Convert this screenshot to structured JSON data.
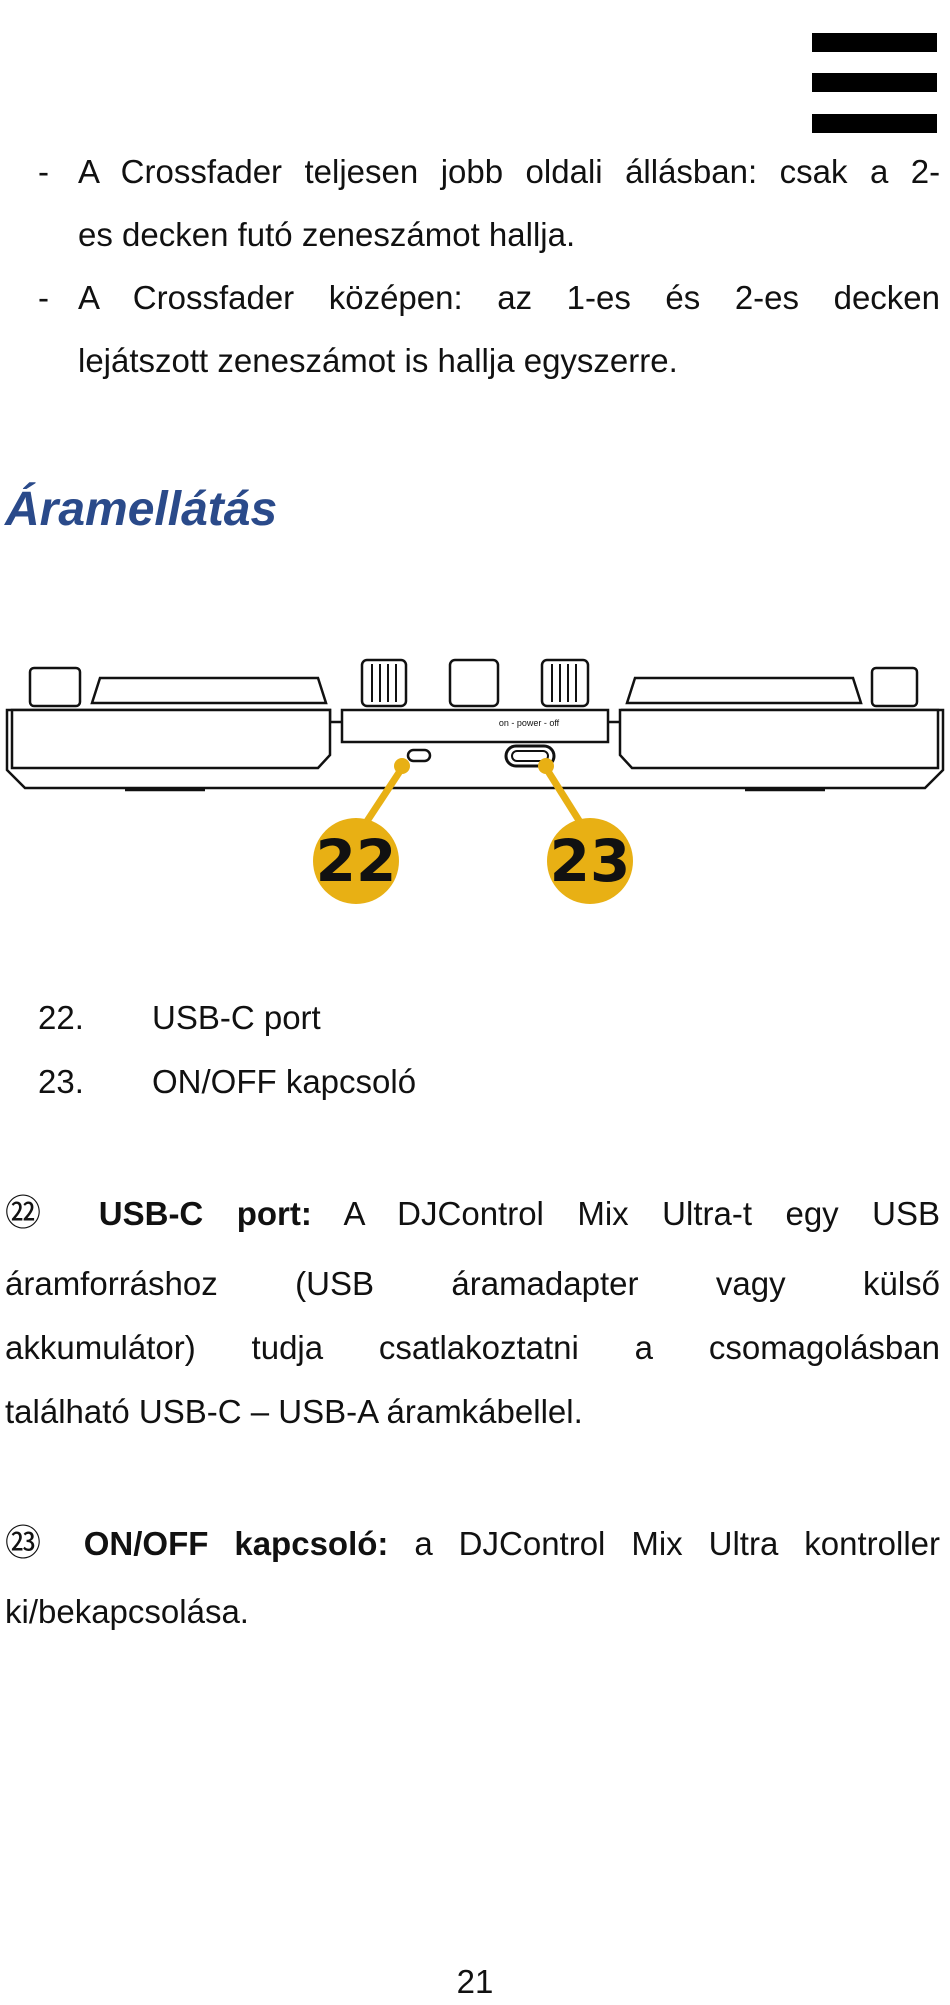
{
  "bullets": [
    {
      "dash": "-",
      "line1": [
        "A",
        "Crossfader",
        "teljesen",
        "jobb",
        "oldali",
        "állásban:",
        "csak",
        "a",
        "2-"
      ],
      "line2": "es decken futó zeneszámot hallja."
    },
    {
      "dash": "-",
      "line1": [
        "A",
        "Crossfader",
        "középen:",
        "az",
        "1-es",
        "és",
        "2-es",
        "decken"
      ],
      "line2": "lejátszott zeneszámot is hallja egyszerre."
    }
  ],
  "heading": "Áramellátás",
  "figure": {
    "switch_label": "on - power - off",
    "callouts": [
      {
        "number": "22"
      },
      {
        "number": "23"
      }
    ],
    "callout_color": "#E8B014"
  },
  "list": [
    {
      "num": "22.",
      "label": "USB-C port"
    },
    {
      "num": "23.",
      "label": "ON/OFF kapcsoló"
    }
  ],
  "para1": {
    "marker": "㉒",
    "bold": "USB-C port:",
    "line1_rest": [
      "A",
      "DJControl",
      "Mix",
      "Ultra-t",
      "egy",
      "USB"
    ],
    "line2": [
      "áramforráshoz",
      "(USB",
      "áramadapter",
      "vagy",
      "külső"
    ],
    "line3": [
      "akkumulátor)",
      "tudja",
      "csatlakoztatni",
      "a",
      "csomagolásban"
    ],
    "line4": "található USB-C – USB-A áramkábellel."
  },
  "para2": {
    "marker": "㉓",
    "bold": "ON/OFF kapcsoló:",
    "line1_rest": [
      "a",
      "DJControl",
      "Mix",
      "Ultra",
      "kontroller"
    ],
    "line2": "ki/bekapcsolása."
  },
  "page_number": "21"
}
